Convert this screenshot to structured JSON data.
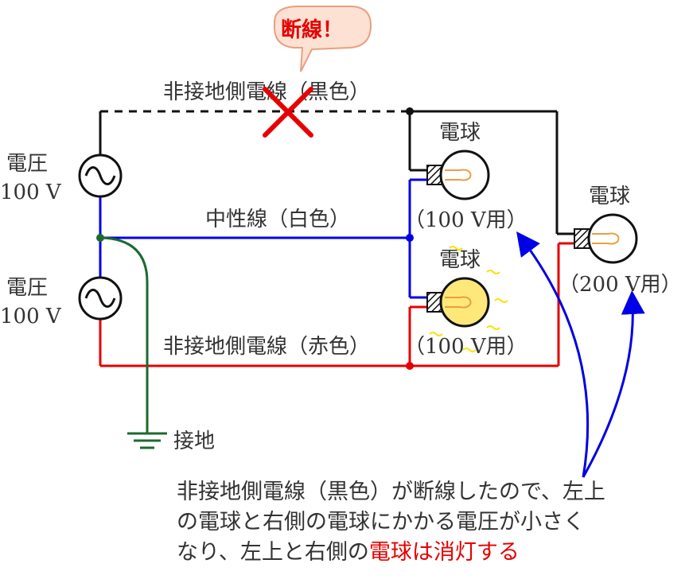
{
  "labels": {
    "broken_callout": "断線！",
    "black_wire": "非接地側電線（黒色）",
    "neutral_wire": "中性線（白色）",
    "red_wire": "非接地側電線（赤色）",
    "source_top_name": "電圧",
    "source_top_value": "100 V",
    "source_bottom_name": "電圧",
    "source_bottom_value": "100 V",
    "ground": "接地",
    "bulb_top_name": "電球",
    "bulb_top_rating": "（100 V用）",
    "bulb_mid_name": "電球",
    "bulb_mid_rating": "（100 V用）",
    "bulb_right_name": "電球",
    "bulb_right_rating": "（200 V用）"
  },
  "note": {
    "line1": "非接地側電線（黒色）が断線したので、左上",
    "line2": "の電球と右側の電球にかかる電圧が小さく",
    "line3_prefix": "なり、左上と右側の",
    "line3_highlight": "電球は消灯する"
  },
  "colors": {
    "black_wire": "#111111",
    "neutral_wire": "#0000e6",
    "red_wire": "#e60000",
    "ground_wire": "#1a6b2e",
    "lit_bulb": "#ffe87a",
    "arrow": "#0000e6",
    "highlight": "#e60000",
    "callout_fill": "#fde1d3"
  }
}
